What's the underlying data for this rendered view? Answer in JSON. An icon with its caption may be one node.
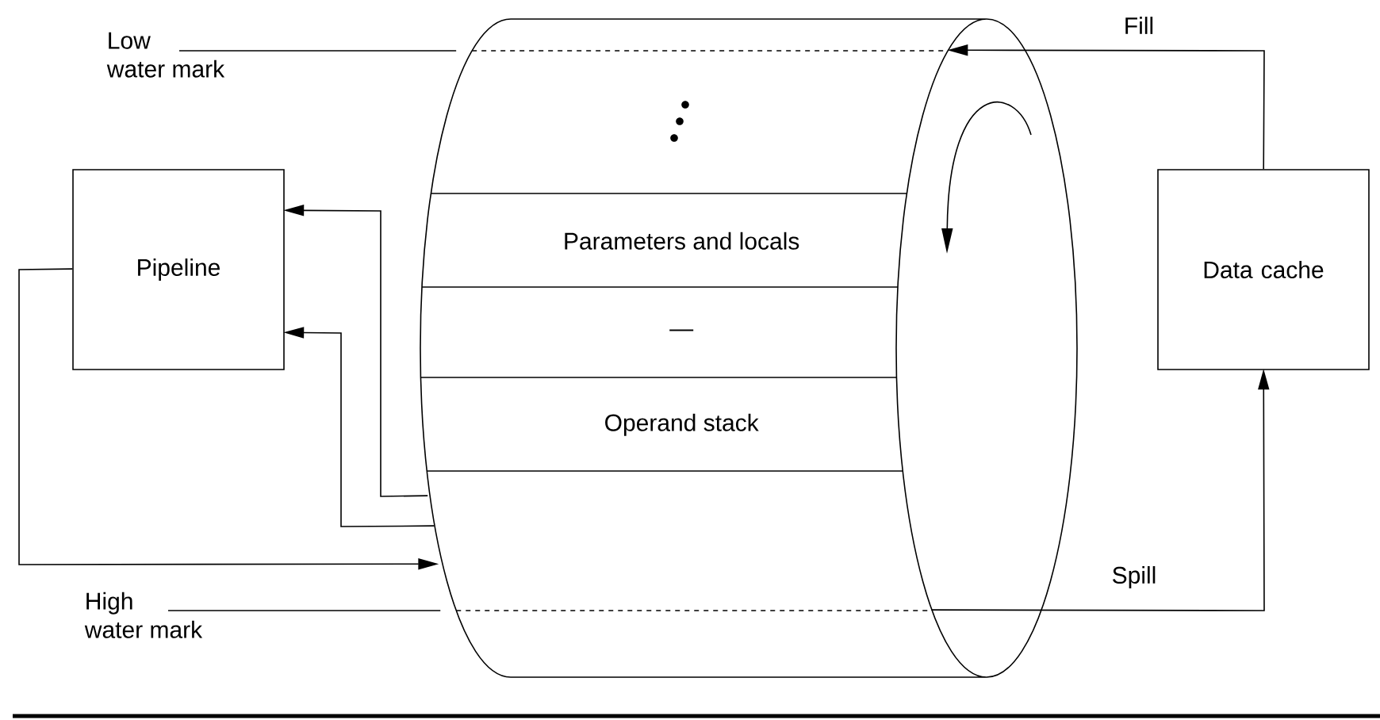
{
  "diagram": {
    "nodes": [
      {
        "text": [],
        "shape": "cylinder"
      },
      {
        "text": [
          "Parameters and locals"
        ],
        "in": 0
      },
      {
        "text": [
          "—"
        ],
        "in": 0
      },
      {
        "text": [
          "Operand stack"
        ],
        "in": 0
      },
      {
        "text": [
          "Pipeline"
        ]
      },
      {
        "text": [
          "Data cache"
        ]
      },
      {
        "text": [
          "Low water mark"
        ]
      },
      {
        "text": [
          "High water mark"
        ]
      }
    ],
    "edges": [
      {
        "from": 0,
        "to": 4,
        "arrow": "to"
      },
      {
        "from": 0,
        "to": 4,
        "arrow": "to"
      },
      {
        "from": 4,
        "to": 0,
        "arrow": "to"
      },
      {
        "from": 5,
        "to": 0,
        "arrow": "to",
        "label": "Fill"
      },
      {
        "from": 0,
        "to": 5,
        "arrow": "to",
        "label": "Spill"
      },
      {
        "from": 6,
        "to": null,
        "arrow": "none"
      },
      {
        "from": 7,
        "to": null,
        "arrow": "none"
      }
    ]
  }
}
